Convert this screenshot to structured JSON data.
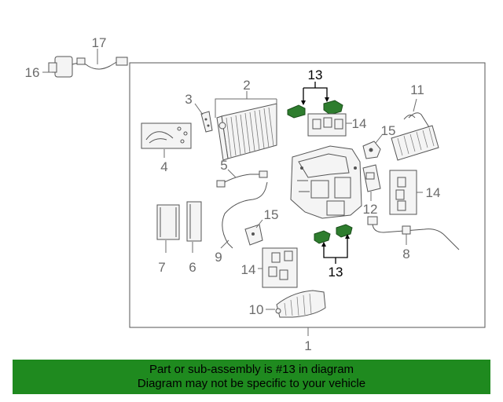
{
  "callouts": {
    "c1": "1",
    "c2": "2",
    "c3": "3",
    "c4": "4",
    "c5": "5",
    "c6": "6",
    "c7": "7",
    "c8": "8",
    "c9": "9",
    "c10": "10",
    "c11": "11",
    "c12": "12",
    "c13_top": "13",
    "c13_bottom": "13",
    "c14_top": "14",
    "c14_right": "14",
    "c14_left": "14",
    "c15_right": "15",
    "c15_left": "15",
    "c16": "16",
    "c17": "17"
  },
  "colors": {
    "highlight_part": "#2e7d2e",
    "banner_bg": "#1f8a1f",
    "callout_gray": "#6b6b6b"
  },
  "banner": {
    "line1": "Part or sub-assembly is #13 in diagram",
    "line2": "Diagram may not be specific to your vehicle"
  }
}
